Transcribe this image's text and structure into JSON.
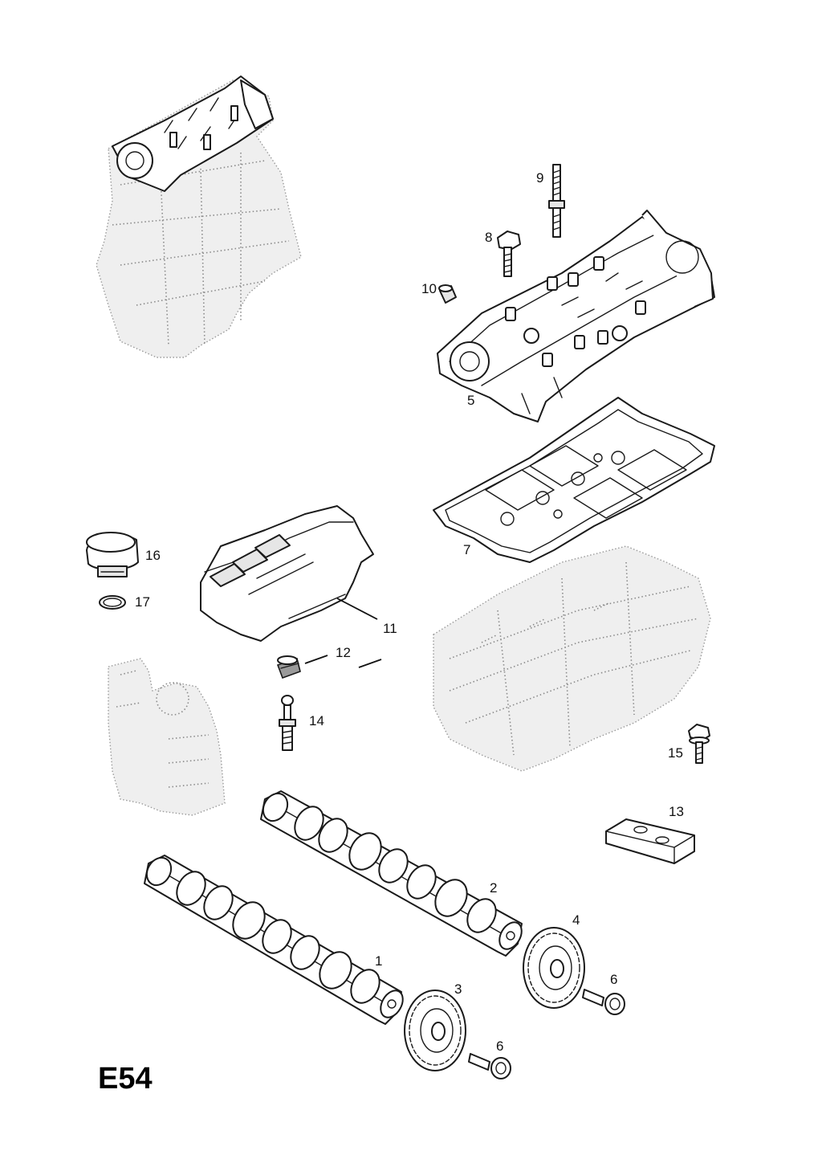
{
  "diagram": {
    "page_code": "E54",
    "callouts": {
      "c1": "1",
      "c2": "2",
      "c3": "3",
      "c4": "4",
      "c5": "5",
      "c6a": "6",
      "c6b": "6",
      "c7": "7",
      "c8": "8",
      "c9": "9",
      "c10": "10",
      "c11": "11",
      "c12": "12",
      "c13": "13",
      "c14": "14",
      "c15": "15",
      "c16": "16",
      "c17": "17"
    }
  }
}
